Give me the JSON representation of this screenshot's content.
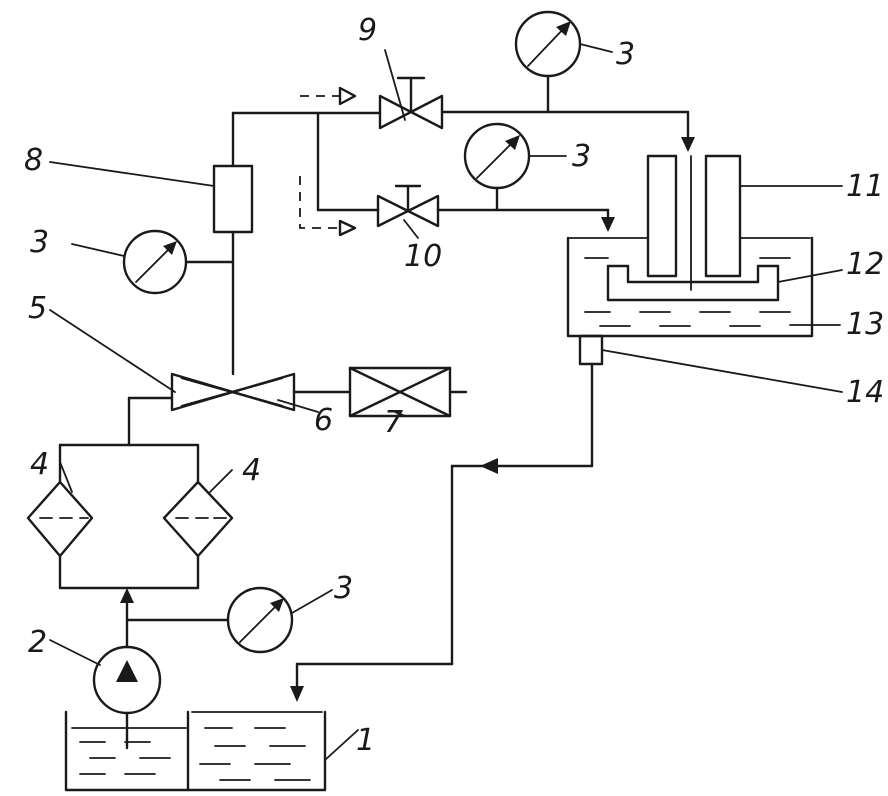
{
  "diagram": {
    "labels": {
      "tank": "1",
      "pump": "2",
      "gauge": "3",
      "filter": "4",
      "valve_main": "5",
      "valve_side": "6",
      "unit_7": "7",
      "unit_8": "8",
      "valve_9": "9",
      "valve_10": "10",
      "part_11": "11",
      "part_12": "12",
      "bath_13": "13",
      "part_14": "14"
    }
  }
}
